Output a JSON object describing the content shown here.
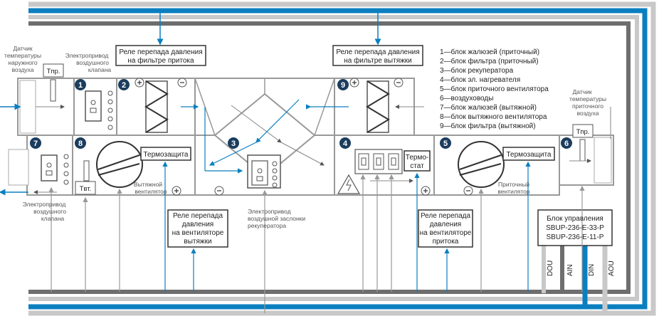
{
  "labels": {
    "supply_temp_sensor": [
      "Датчик",
      "температуры",
      "наружного",
      "воздуха"
    ],
    "supply_temp_tag": "Tпр.",
    "supply_damper_drive": [
      "Электропривод",
      "воздушного",
      "клапана"
    ],
    "supply_filter_relay": [
      "Реле перепада давления",
      "на фильтре притока"
    ],
    "exhaust_filter_relay": [
      "Реле перепада давления",
      "на фильтре вытяжки"
    ],
    "supply_air_sensor": [
      "Датчик",
      "температуры",
      "приточного",
      "воздуха"
    ],
    "supply_air_tag": "Tпр.",
    "exhaust_thermo": "Термозащита",
    "supply_thermo": "Термозащита",
    "exhaust_temp_tag": "Tвт.",
    "exhaust_fan": [
      "Вытяжной",
      "вентилятор"
    ],
    "supply_fan": [
      "Приточный",
      "вентилятор"
    ],
    "exhaust_damper_drive": [
      "Электропривод",
      "воздушного",
      "клапана"
    ],
    "exhaust_fan_relay": [
      "Реле перепада",
      "давления",
      "на вентиляторе",
      "вытяжки"
    ],
    "recuperator_drive": [
      "Электропривод",
      "воздушной заслонки",
      "рекуператора"
    ],
    "thermostat": [
      "Термо-",
      "стат"
    ],
    "supply_fan_relay": [
      "Реле перепада",
      "давления",
      "на вентиляторе",
      "притока"
    ],
    "control_unit": [
      "Блок управления",
      "SBUP-236-E-33-P",
      "SBUP-236-E-11-P"
    ]
  },
  "legend": [
    "1—блок жалюзей (приточный)",
    "2—блок фильтра (приточный)",
    "3—блок рекуператора",
    "4—блок эл. нагревателя",
    "5—блок приточного вентилятора",
    "6—воздуховоды",
    "7—блок жалюзей (вытяжной)",
    "8—блок вытяжного вентилятора",
    "9—блок фильтра (вытяжной)"
  ],
  "block_numbers": [
    "1",
    "2",
    "3",
    "4",
    "5",
    "6",
    "7",
    "8",
    "9"
  ],
  "signals": [
    "DOU",
    "AIN",
    "DIN",
    "AOU"
  ],
  "colors": {
    "blue": "#0a7fc0",
    "dark_gray": "#6e6e6e",
    "mid_gray": "#9a9a9a",
    "light_gray": "#c8c8c8",
    "navy_badge": "#1b3d5e"
  }
}
